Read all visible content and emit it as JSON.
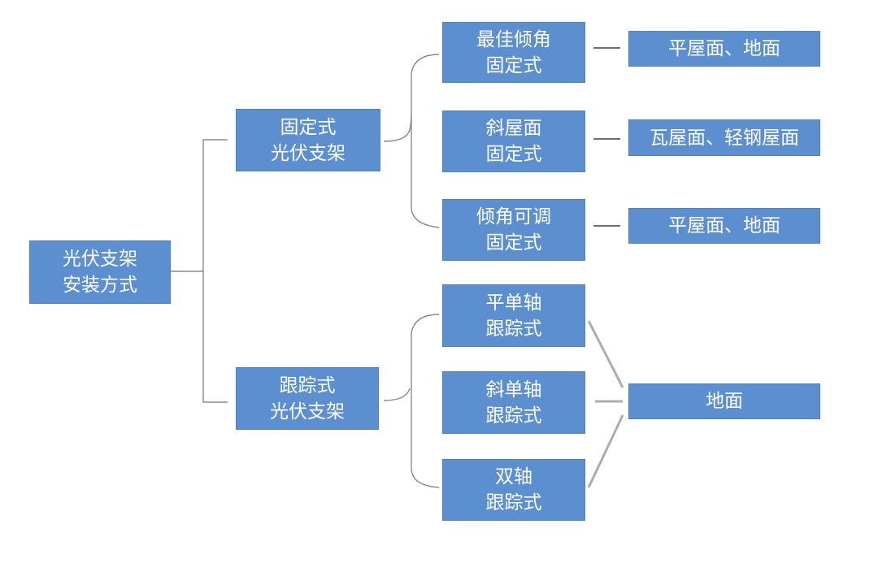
{
  "root": {
    "line1": "光伏支架",
    "line2": "安装方式"
  },
  "fixed": {
    "line1": "固定式",
    "line2": "光伏支架",
    "children": [
      {
        "line1": "最佳倾角",
        "line2": "固定式",
        "application": "平屋面、地面"
      },
      {
        "line1": "斜屋面",
        "line2": "固定式",
        "application": "瓦屋面、轻钢屋面"
      },
      {
        "line1": "倾角可调",
        "line2": "固定式",
        "application": "平屋面、地面"
      }
    ]
  },
  "tracking": {
    "line1": "跟踪式",
    "line2": "光伏支架",
    "children": [
      {
        "line1": "平单轴",
        "line2": "跟踪式"
      },
      {
        "line1": "斜单轴",
        "line2": "跟踪式"
      },
      {
        "line1": "双轴",
        "line2": "跟踪式"
      }
    ],
    "application": "地面"
  },
  "colors": {
    "node_fill": "#5b8fcf",
    "node_text": "#ffffff",
    "bracket_line": "#8a8a8a",
    "connector_line": "#9aa0a6"
  }
}
